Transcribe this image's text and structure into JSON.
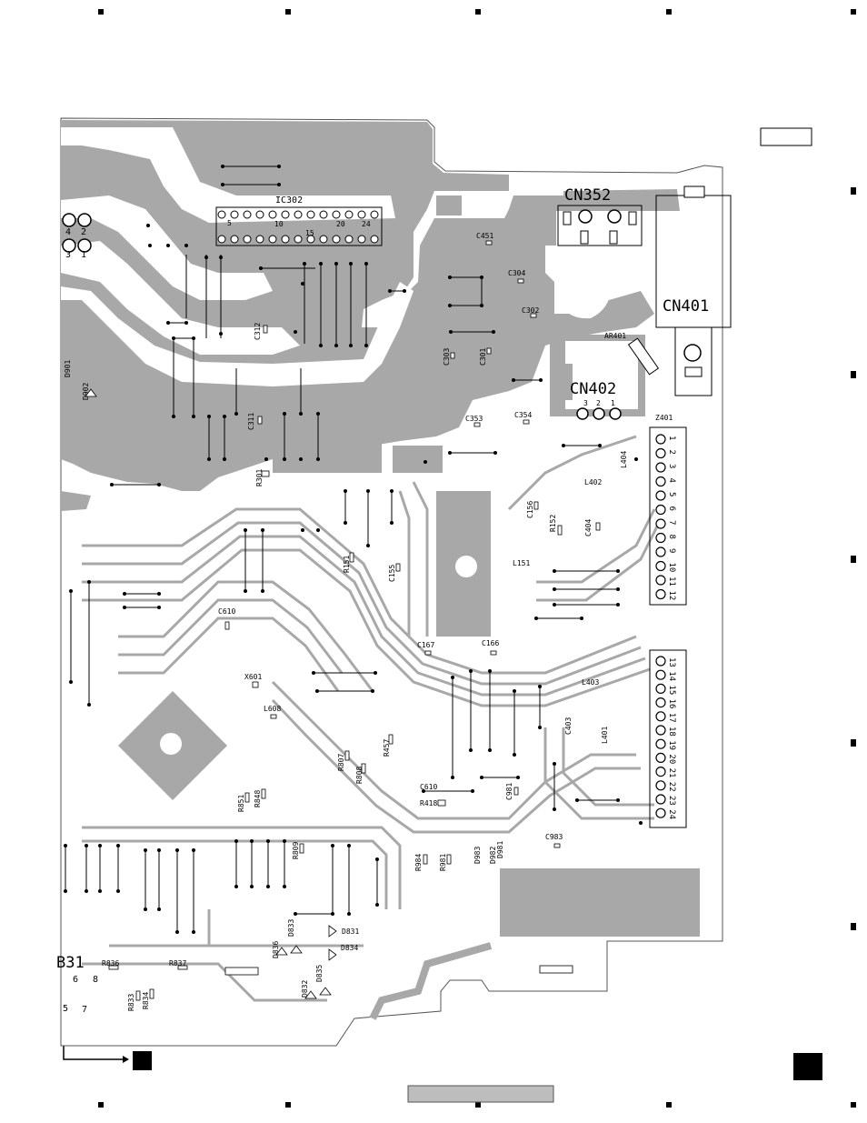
{
  "connectors": {
    "cn352": "CN352",
    "cn401": "CN401",
    "cn402": "CN402",
    "z401": "Z401",
    "cn402_pins": [
      "3",
      "2",
      "1"
    ],
    "z401_pins_upper": [
      "1",
      "2",
      "3",
      "4",
      "5",
      "6",
      "7",
      "8",
      "9",
      "10",
      "11",
      "12"
    ],
    "z401_pins_lower": [
      "13",
      "14",
      "15",
      "16",
      "17",
      "18",
      "19",
      "20",
      "21",
      "22",
      "23",
      "24"
    ]
  },
  "ic": {
    "ic302": "IC302",
    "ic302_pin_labels": [
      "5",
      "10",
      "15",
      "20",
      "24"
    ],
    "left_conn_pins": [
      "4",
      "2",
      "3",
      "1"
    ]
  },
  "components": {
    "c451": "C451",
    "c304": "C304",
    "c302": "C302",
    "c303": "C303",
    "c301": "C301",
    "c312": "C312",
    "c311": "C311",
    "c353": "C353",
    "c354": "C354",
    "ar401": "AR401",
    "d901": "D901",
    "d902": "D902",
    "r301": "R301",
    "l402": "L402",
    "l404": "L404",
    "c156": "C156",
    "r152": "R152",
    "c404": "C404",
    "r151": "R151",
    "c155": "C155",
    "l151": "L151",
    "c610": "C610",
    "c167": "C167",
    "c166": "C166",
    "x601": "X601",
    "l608": "L608",
    "l403": "L403",
    "c403": "C403",
    "l401": "L401",
    "r457": "R457",
    "r807": "R807",
    "r808": "R808",
    "r851": "R851",
    "r848": "R848",
    "c610b": "C610",
    "r418": "R418",
    "c981": "C981",
    "c983": "C983",
    "r809": "R809",
    "r984": "R984",
    "r981": "R981",
    "d983": "D983",
    "d982": "D982",
    "d981": "D981",
    "d836": "D836",
    "d833": "D833",
    "d831": "D831",
    "d834": "D834",
    "d832": "D832",
    "d835": "D835",
    "b31": "B31",
    "r836": "R836",
    "r837": "R837",
    "r833": "R833",
    "r834": "R834",
    "pin6": "6",
    "pin8": "8",
    "pin5": "5",
    "pin7": "7"
  },
  "colors": {
    "copper": "#a8a8a8",
    "background": "#ffffff",
    "ink": "#000000"
  }
}
